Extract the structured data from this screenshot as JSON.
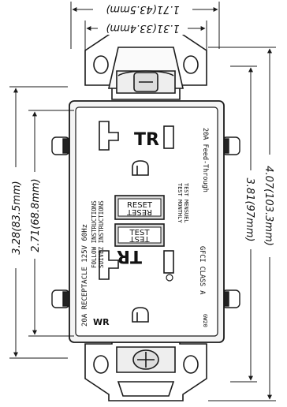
{
  "dimensions": {
    "top_width": "1.71(43.5mm)",
    "inner_width": "1.31(33.4mm)",
    "overall_height": "4.07(103.3mm)",
    "plate_height": "3.81(97mm)",
    "body_height": "3.28(83.5mm)",
    "face_height": "2.71(68.8mm)"
  },
  "labels": {
    "tr_top": "TR",
    "tr_bottom": "TR",
    "feed_through": "20A Feed-Through",
    "test_monthly": "TEST MONTHLY",
    "test_mensuel": "TEST MENSUEL",
    "gfci_class": "GFCI  CLASS A",
    "gw20": "GW20",
    "reset": "RESET",
    "reset_mirror": "RESET",
    "test": "TEST",
    "test_mirror": "TEST",
    "follow_instructions": "FOLLOW INSTRUCTIONS",
    "suivez_instructions": "SUIVEZ INSTRUCTIONS",
    "rating": "20A RECEPTACLE  125V  60Hz",
    "wr": "WR"
  },
  "colors": {
    "line": "#1a1a1a",
    "body_fill": "#f4f4f4",
    "button_fill": "#d9d9d9"
  }
}
